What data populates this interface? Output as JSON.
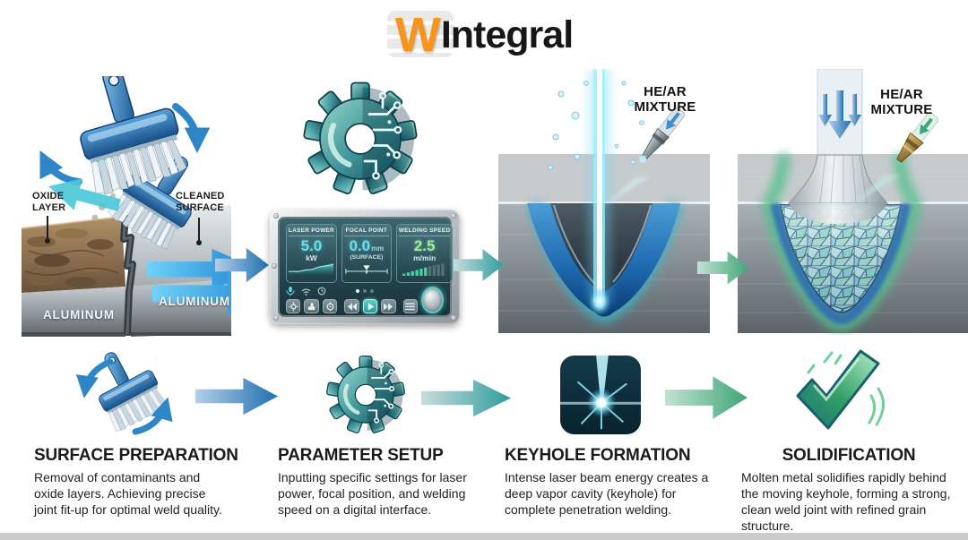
{
  "logo": {
    "mark": "W",
    "name": "Integral"
  },
  "colors": {
    "logo_orange": "#f7941d",
    "arrow_blue": "#2272b2",
    "arrow_teal": "#2f9d9b",
    "arrow_green": "#3fa578",
    "laser_cyan": "#7fe9ff",
    "value_cyan": "#66dfec",
    "value_green": "#9bec9b"
  },
  "surface_panel": {
    "oxide_label": "OXIDE LAYER",
    "cleaned_label": "CLEANED SURFACE",
    "aluminum_left": "ALUMINUM",
    "aluminum_right": "ALUMINUM"
  },
  "control_panel": {
    "readouts": [
      {
        "label": "LASER POWER",
        "value": "5.0",
        "unit": "kW"
      },
      {
        "label": "FOCAL POINT",
        "value": "0.0",
        "unit": "mm",
        "sub": "(SURFACE)"
      },
      {
        "label": "WELDING SPEED",
        "value": "2.5",
        "unit": "m/min"
      }
    ]
  },
  "keyhole_panel": {
    "gas_label": "HE/AR MIXTURE"
  },
  "solidify_panel": {
    "gas_label": "HE/AR MIXTURE"
  },
  "steps": [
    {
      "title": "SURFACE PREPARATION",
      "description": "Removal of contaminants and oxide layers. Achieving precise joint fit-up for optimal weld quality."
    },
    {
      "title": "PARAMETER SETUP",
      "description": "Inputting specific settings for laser power, focal position, and welding speed on a digital interface."
    },
    {
      "title": "KEYHOLE FORMATION",
      "description": "Intense laser beam energy creates a deep vapor cavity (keyhole) for complete penetration welding."
    },
    {
      "title": "SOLIDIFICATION",
      "description": "Molten metal solidifies rapidly behind the moving keyhole, forming a strong, clean weld joint with refined grain structure."
    }
  ]
}
